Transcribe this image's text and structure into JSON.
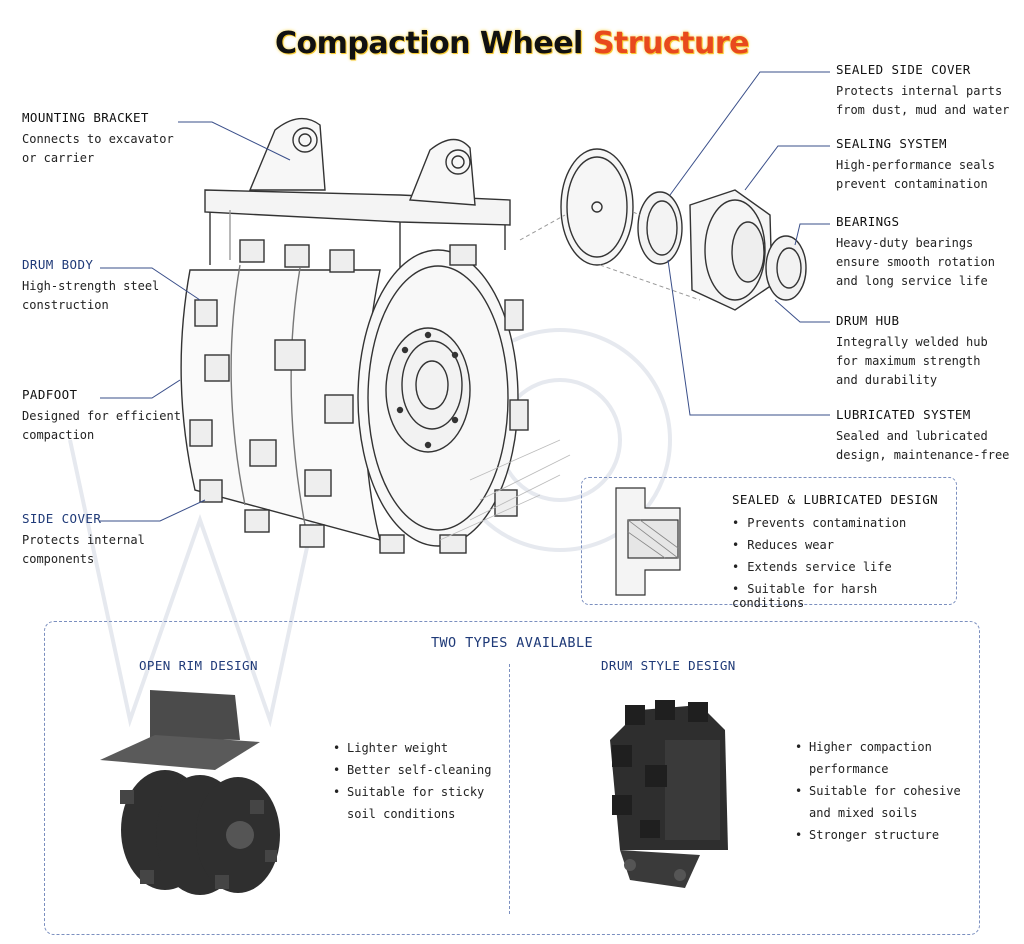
{
  "title": {
    "part1": "Compaction Wheel",
    "part2": "Structure"
  },
  "callouts": {
    "mounting_bracket": {
      "heading": "MOUNTING BRACKET",
      "desc": "Connects to excavator\nor carrier"
    },
    "drum_body": {
      "heading": "DRUM BODY",
      "desc": "High-strength steel\nconstruction"
    },
    "padfoot": {
      "heading": "PADFOOT",
      "desc": "Designed for efficient\ncompaction"
    },
    "side_cover": {
      "heading": "SIDE COVER",
      "desc": "Protects internal\ncomponents"
    },
    "sealed_side_cover": {
      "heading": "SEALED SIDE COVER",
      "desc": "Protects internal parts\nfrom dust, mud and water"
    },
    "sealing_system": {
      "heading": "SEALING SYSTEM",
      "desc": "High-performance seals\nprevent contamination"
    },
    "bearings": {
      "heading": "BEARINGS",
      "desc": "Heavy-duty bearings\nensure smooth rotation\nand long service life"
    },
    "drum_hub": {
      "heading": "DRUM HUB",
      "desc": "Integrally welded hub\nfor maximum strength\nand durability"
    },
    "lubricated_system": {
      "heading": "LUBRICATED SYSTEM",
      "desc": "Sealed and lubricated\ndesign, maintenance-free"
    }
  },
  "sealed_box": {
    "heading": "SEALED & LUBRICATED DESIGN",
    "items": [
      "Prevents contamination",
      "Reduces wear",
      "Extends service life",
      "Suitable for harsh conditions"
    ]
  },
  "types": {
    "heading": "TWO TYPES AVAILABLE",
    "open_rim": {
      "heading": "OPEN RIM DESIGN",
      "items": [
        "Lighter weight",
        "Better self-cleaning",
        "Suitable for sticky soil conditions"
      ]
    },
    "drum_style": {
      "heading": "DRUM STYLE DESIGN",
      "items": [
        "Higher compaction performance",
        "Suitable for cohesive and mixed soils",
        "Stronger structure"
      ]
    }
  },
  "colors": {
    "accent_blue": "#1f3a78",
    "title_orange": "#e8491d",
    "title_glow": "#f7d33a",
    "dashed_border": "#7b8fbf"
  }
}
